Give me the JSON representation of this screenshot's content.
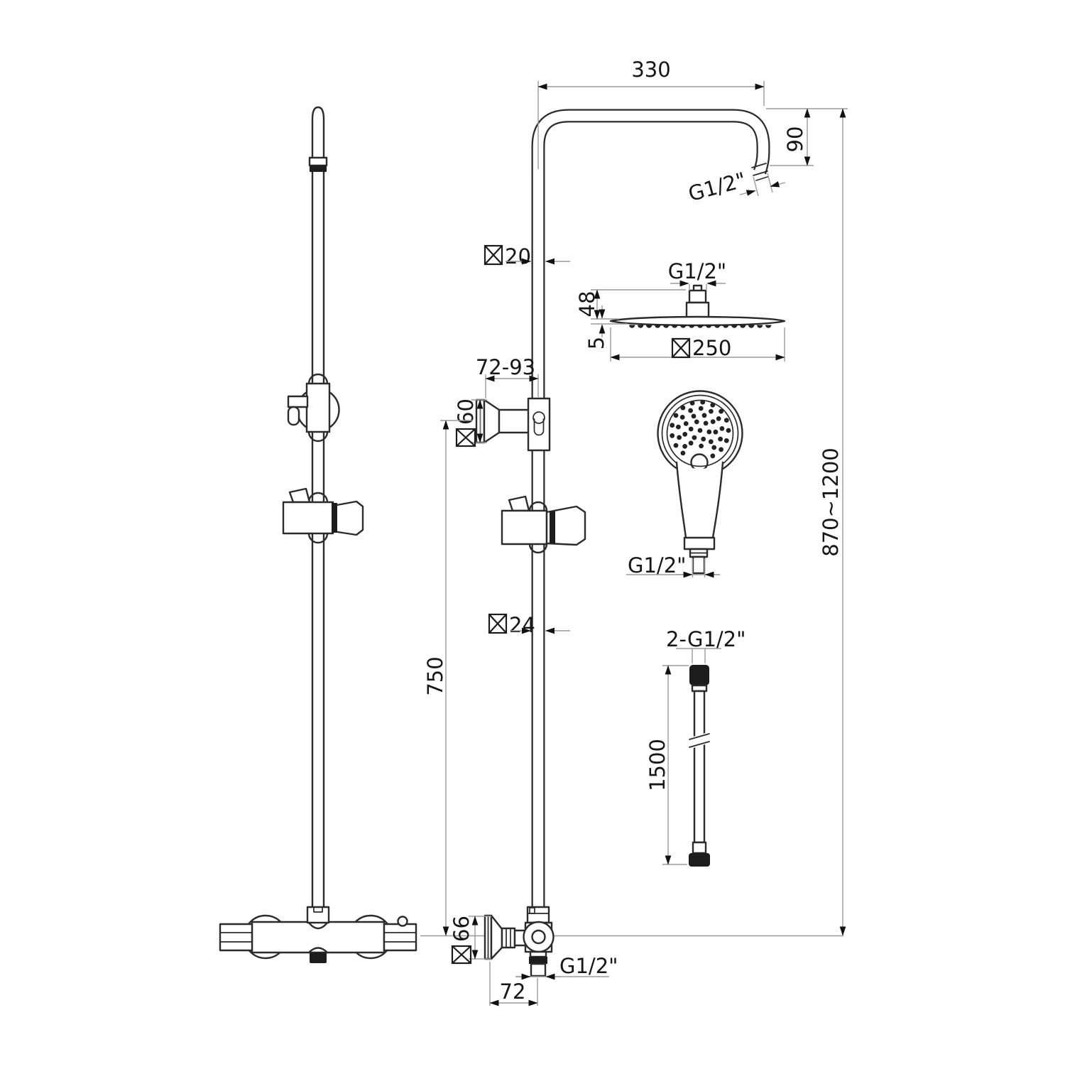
{
  "dims": {
    "arm_length": "330",
    "arm_drop": "90",
    "arm_thread": "G1/2\"",
    "riser_upper_dia": "20",
    "wall_distance": "72-93",
    "bracket_dia": "60",
    "riser_lower_dia": "24",
    "riser_length": "750",
    "overall_height": "870~1200",
    "head_thread": "G1/2\"",
    "head_height": "48",
    "head_rim": "5",
    "head_dia": "250",
    "hand_thread": "G1/2\"",
    "hose_threads": "2-G1/2\"",
    "hose_length": "1500",
    "valve_dia": "66",
    "outlet_thread": "G1/2\"",
    "valve_offset": "72"
  },
  "symbols": {
    "diameter": "boxed-x"
  }
}
